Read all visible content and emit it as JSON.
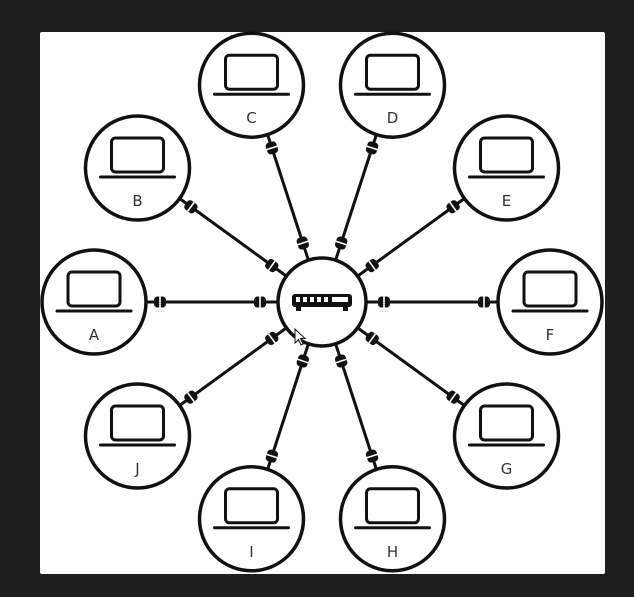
{
  "diagram": {
    "hub": {
      "icon": "network-switch-icon"
    },
    "nodes": [
      {
        "id": "A",
        "label": "A",
        "angle_deg": 180,
        "icon": "laptop-icon"
      },
      {
        "id": "B",
        "label": "B",
        "angle_deg": 216,
        "icon": "laptop-icon"
      },
      {
        "id": "C",
        "label": "C",
        "angle_deg": 252,
        "icon": "laptop-icon"
      },
      {
        "id": "D",
        "label": "D",
        "angle_deg": 288,
        "icon": "laptop-icon"
      },
      {
        "id": "E",
        "label": "E",
        "angle_deg": 324,
        "icon": "laptop-icon"
      },
      {
        "id": "F",
        "label": "F",
        "angle_deg": 0,
        "icon": "laptop-icon"
      },
      {
        "id": "G",
        "label": "G",
        "angle_deg": 36,
        "icon": "laptop-icon"
      },
      {
        "id": "H",
        "label": "H",
        "angle_deg": 72,
        "icon": "laptop-icon"
      },
      {
        "id": "I",
        "label": "I",
        "angle_deg": 108,
        "icon": "laptop-icon"
      },
      {
        "id": "J",
        "label": "J",
        "angle_deg": 144,
        "icon": "laptop-icon"
      }
    ],
    "connector_icon": "ethernet-plug-icon",
    "colors": {
      "background": "#1e1e1e",
      "canvas": "#ffffff",
      "stroke": "#111111",
      "label": "#333333"
    }
  }
}
